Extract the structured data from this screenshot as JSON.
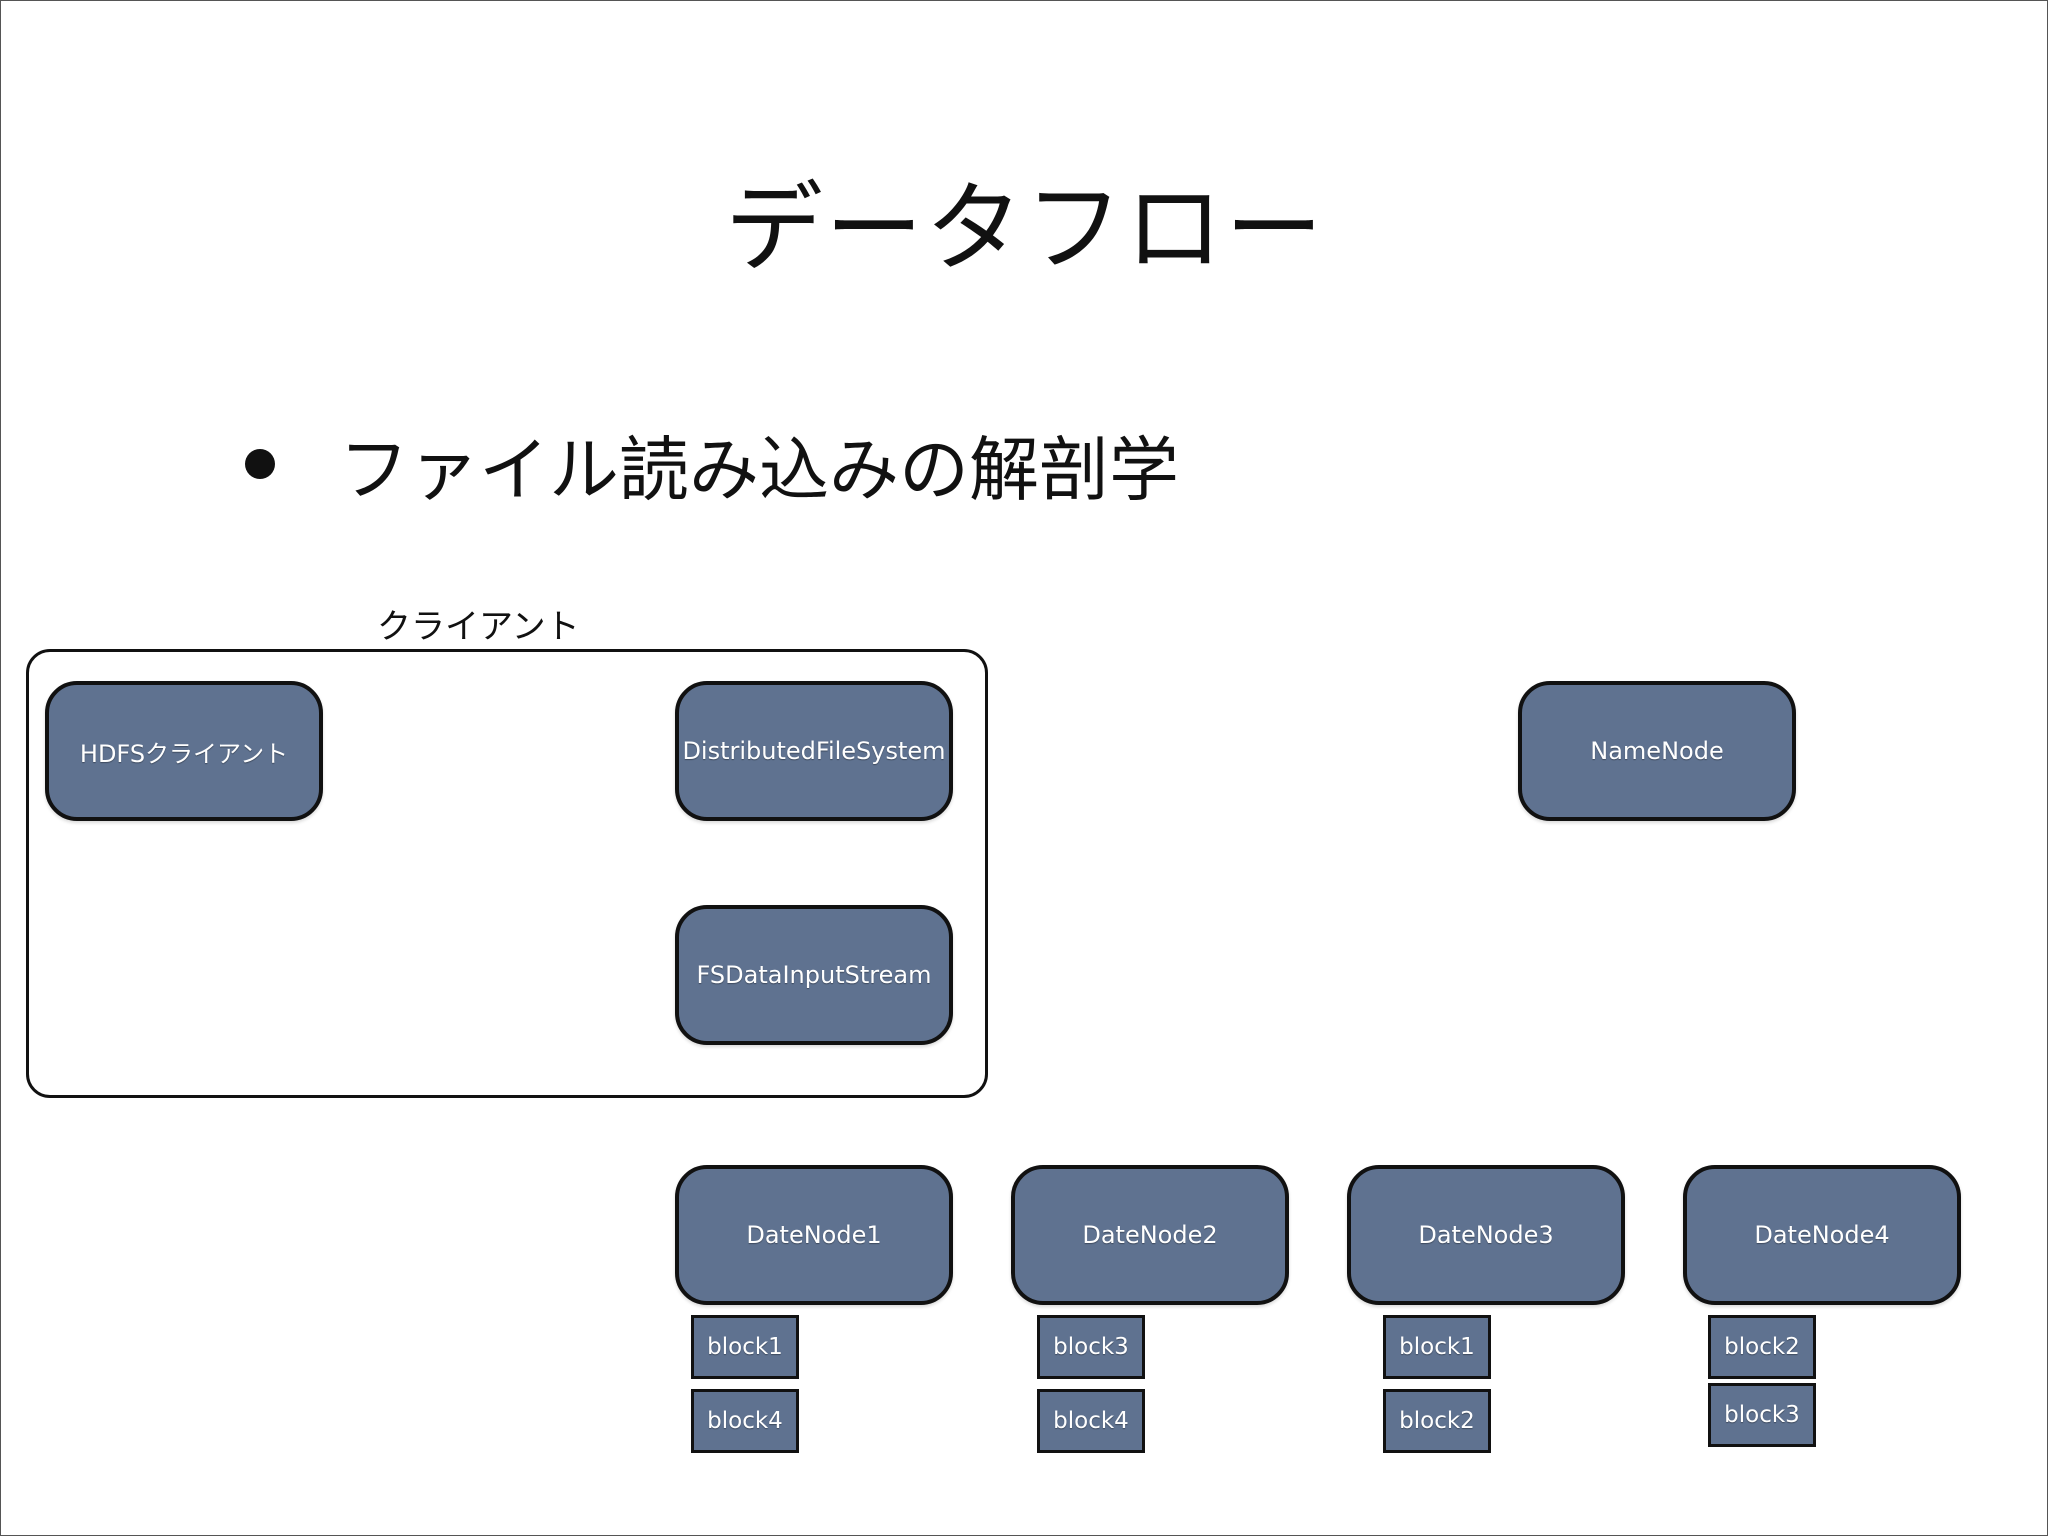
{
  "slide": {
    "title": "データフロー",
    "bullet": "ファイル読み込みの解剖学"
  },
  "client_group": {
    "label": "クライアント"
  },
  "nodes": {
    "hdfs_client": "HDFSクライアント",
    "distributed_fs": "DistributedFileSystem",
    "input_stream": "FSDataInputStream",
    "namenode": "NameNode"
  },
  "datanodes": [
    {
      "name": "DateNode1",
      "blocks": [
        "block1",
        "block4"
      ]
    },
    {
      "name": "DateNode2",
      "blocks": [
        "block3",
        "block4"
      ]
    },
    {
      "name": "DateNode3",
      "blocks": [
        "block1",
        "block2"
      ]
    },
    {
      "name": "DateNode4",
      "blocks": [
        "block2",
        "block3"
      ]
    }
  ],
  "colors": {
    "node_fill": "#5f7290",
    "node_border": "#111111",
    "text": "#111111"
  }
}
